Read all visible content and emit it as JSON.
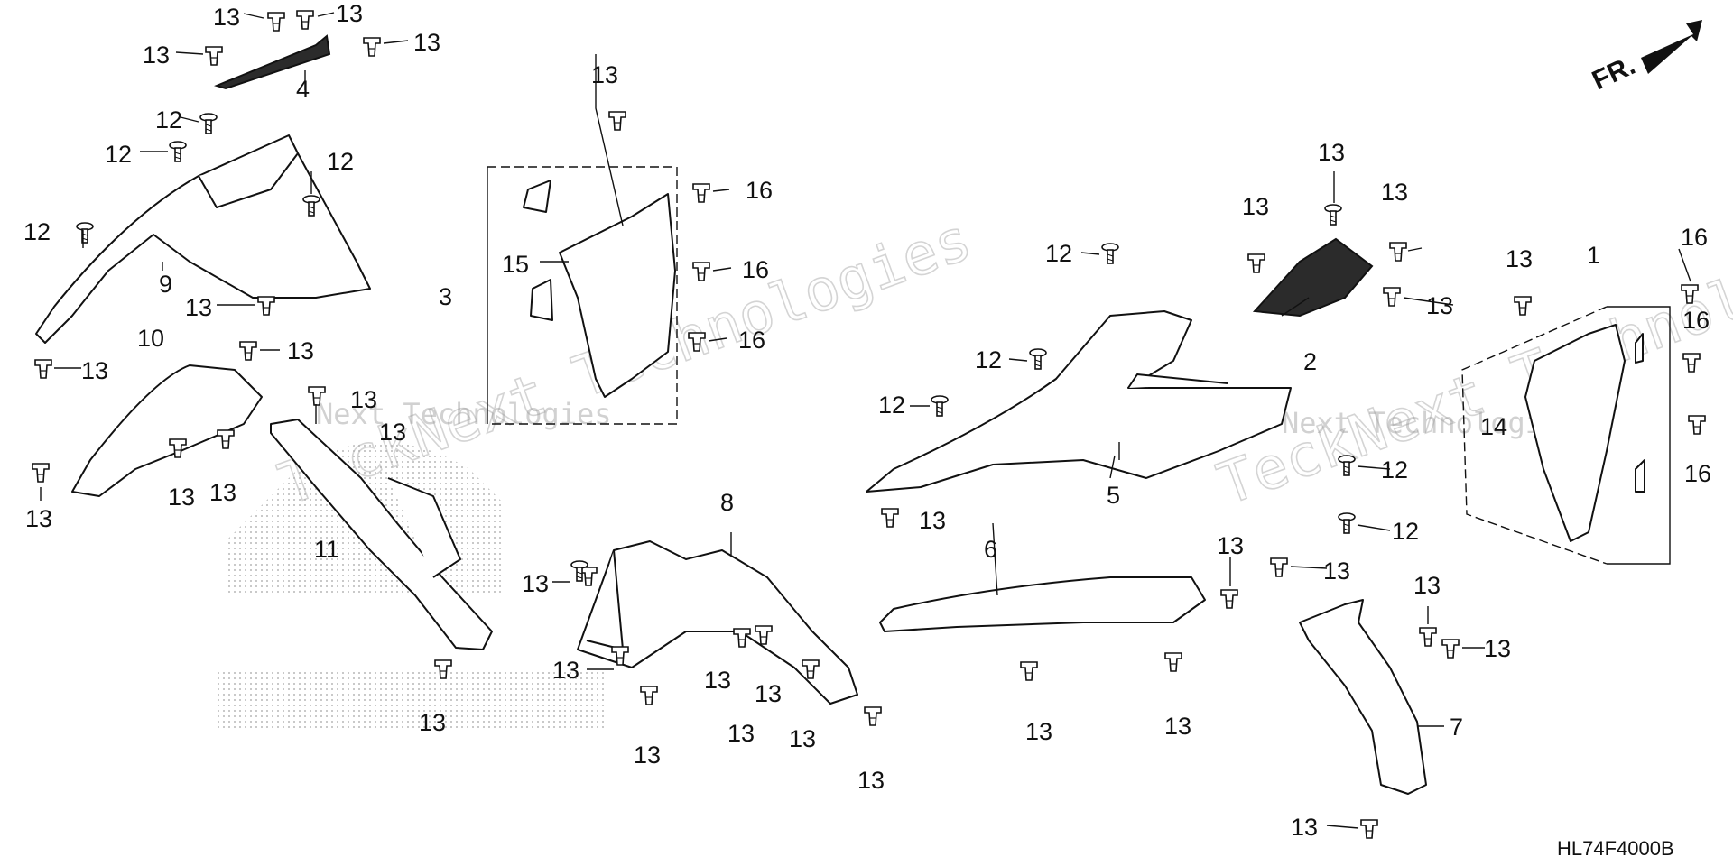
{
  "diagram_code": "HL74F4000B",
  "direction_label": "FR.",
  "watermark": {
    "line1": "TeckNext Technologies",
    "line2": "Next Technologies"
  },
  "callouts": {
    "c1": "1",
    "c2": "2",
    "c3": "3",
    "c4": "4",
    "c5": "5",
    "c6": "6",
    "c7": "7",
    "c8": "8",
    "c9": "9",
    "c10": "10",
    "c11": "11",
    "c12": "12",
    "c13": "13",
    "c14": "14",
    "c15": "15",
    "c16": "16"
  }
}
